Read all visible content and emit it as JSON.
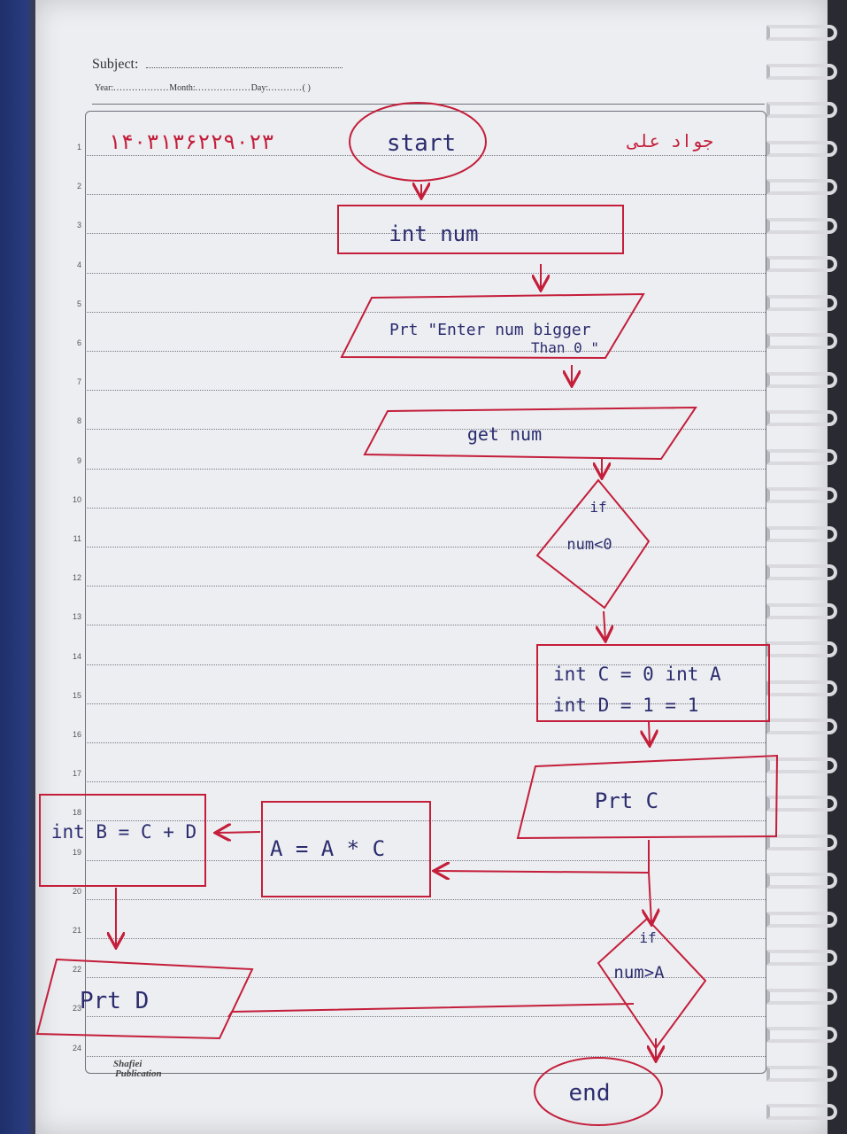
{
  "header": {
    "subject_label": "Subject:",
    "year_label": "Year:",
    "month_label": "Month:",
    "day_label": "Day:",
    "parens": "( )"
  },
  "line_numbers": [
    "1",
    "2",
    "3",
    "4",
    "5",
    "6",
    "7",
    "8",
    "9",
    "10",
    "11",
    "12",
    "13",
    "14",
    "15",
    "16",
    "17",
    "18",
    "19",
    "20",
    "21",
    "22",
    "23",
    "24"
  ],
  "student_id": "۱۴۰۳۱۳۶۲۲۹۰۲۳",
  "student_name": "جواد علی",
  "publisher_logo": [
    "Shafiei",
    "Publication"
  ],
  "colors": {
    "ink_red": "#c41e3a",
    "ink_blue": "#2c2c6e",
    "paper": "#eceef2"
  },
  "flowchart": {
    "start": "start",
    "declare_num": "int num",
    "prompt_line1": "Prt \"Enter num bigger",
    "prompt_line2": "Than 0 \"",
    "input": "get num",
    "cond1_line1": "if",
    "cond1_line2": "num<0",
    "init_line1": "int C = 0   int A",
    "init_line2": "int D = 1        = 1",
    "print_c": "Prt C",
    "assign_a": "A = A * C",
    "assign_b": "int B = C + D",
    "cond2_line1": "if",
    "cond2_line2": "num>A",
    "print_d": "Prt  D",
    "end": "end"
  }
}
